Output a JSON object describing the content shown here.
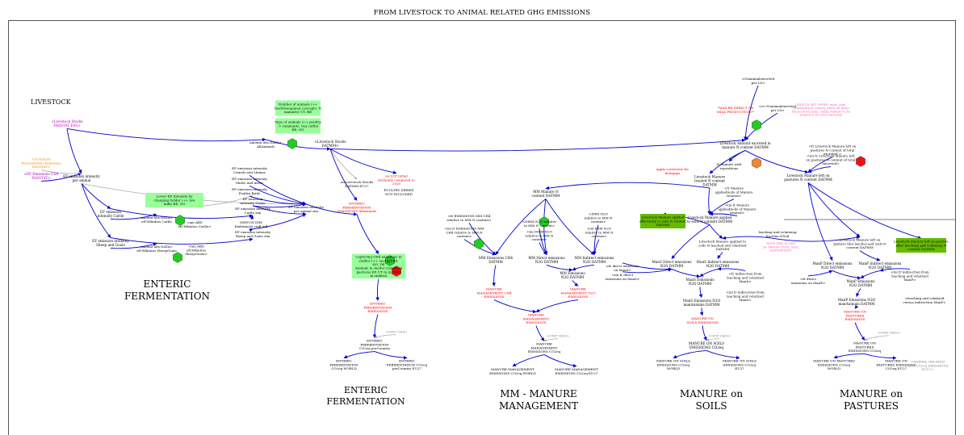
{
  "title": "FROM LIVESTOCK TO ANIMAL RELATED GHG EMISSIONS",
  "colors": {
    "arrow": "#0000cc",
    "grey_arrow": "#999999",
    "green_box": "#99ff99",
    "dark_green_box": "#66bb00",
    "red_text": "#ee0000",
    "pink_text": "#ee66aa",
    "purple_text": "#aa00aa",
    "orange_text": "#ee8800",
    "grey_text": "#888888",
    "hex_green": "#22cc22",
    "hex_red": "#ee1111",
    "hex_orange": "#ee8833"
  },
  "sections": {
    "livestock": "LIVESTOCK",
    "enteric_big": [
      "ENTERIC",
      "FERMENTATION"
    ],
    "enteric_mid": [
      "ENTERIC",
      "FERMENTATION"
    ],
    "mm": [
      "MM - MANURE",
      "MANAGEMENT"
    ],
    "soils": [
      "MANURE on",
      "SOILS"
    ],
    "pastures": [
      "MANURE on",
      "PASTURES"
    ]
  },
  "nodes": [
    {
      "id": "livestock_stocks_faostat",
      "lines": [
        "<Livestock Stocks",
        "FAOSTAT ESS>"
      ],
      "color": "purple",
      "size": 4.2
    },
    {
      "id": "ef_faostat",
      "lines": [
        "<EF Emissions CH4",
        "FAOSTAT>"
      ],
      "color": "purple",
      "size": 4.2
    },
    {
      "id": "ef_guide",
      "lines": [
        "<ch Enteric",
        "Fermentation Emissions",
        "FAOSTAT>"
      ],
      "color": "orange",
      "size": 4
    },
    {
      "id": "ef_intensity_per_animal",
      "lines": [
        "EF emission intensity",
        "per animal"
      ],
      "color": "black",
      "size": 4.2
    },
    {
      "id": "ef_intensity_cattle",
      "lines": [
        "EF emission",
        "intensity Cattle"
      ],
      "color": "black",
      "size": 4.2
    },
    {
      "id": "ef_intensity_sheep",
      "lines": [
        "EF emission intensity",
        "Sheep and Goats"
      ],
      "color": "black",
      "size": 4.2
    },
    {
      "id": "amount_ef_cattle",
      "lines": [
        "amount abs DATA>",
        "efCH4mitos Cattle"
      ],
      "color": "black",
      "size": 4
    },
    {
      "id": "amount_ef_sheep",
      "lines": [
        "amount abs DATA>",
        "efCH4mitos SheepGoats"
      ],
      "color": "black",
      "size": 4
    },
    {
      "id": "am_ams_cattle",
      "lines": [
        "<am ABS",
        "efCH4mitos Cattle>"
      ],
      "color": "black",
      "size": 4
    },
    {
      "id": "am_ams_sheep",
      "lines": [
        "<am ABS",
        "efCH4mitos",
        "SheepGoats>"
      ],
      "color": "black",
      "size": 4
    },
    {
      "id": "lower_ef_box",
      "lines": [
        "Lower EF Intensity by",
        "changing fodder (++ low",
        "milk) BE, GG"
      ],
      "color": "black",
      "size": 4
    },
    {
      "id": "number_animals_box",
      "lines": [
        "Number of animals (++",
        "beef/sheep/goat concepts, N",
        "manures) UT, BE"
      ],
      "color": "black",
      "size": 4
    },
    {
      "id": "type_animals_box",
      "lines": [
        "Type of animals (++ poultry",
        "-> ruminants, veg cattle)",
        "BE, GG"
      ],
      "color": "black",
      "size": 4
    },
    {
      "id": "amount_abs_all",
      "lines": [
        "amount abs DATA>",
        "AllAnimals"
      ],
      "color": "black",
      "size": 4
    },
    {
      "id": "ef_camels",
      "lines": [
        "EF emission intensity",
        "Camels and Llamas"
      ],
      "color": "black",
      "size": 4
    },
    {
      "id": "ef_mules",
      "lines": [
        "EF emission intensity",
        "Mules and Asses"
      ],
      "color": "black",
      "size": 4
    },
    {
      "id": "ef_poultry",
      "lines": [
        "EF emission intensity",
        "Poultry Birds"
      ],
      "color": "black",
      "size": 4
    },
    {
      "id": "ef_swine",
      "lines": [
        "EF emission",
        "intensity Swine"
      ],
      "color": "black",
      "size": 4
    },
    {
      "id": "ef_cattle_sim",
      "lines": [
        "EF emission intensity",
        "Cattle sim"
      ],
      "color": "black",
      "size": 4
    },
    {
      "id": "sector_biomass",
      "lines": [
        "SWITCH DIM",
        "Endemicity cinfl intl"
      ],
      "color": "black",
      "size": 4
    },
    {
      "id": "ef_sheep_sim",
      "lines": [
        "EF emission intensity",
        "Sheep and Goats sim"
      ],
      "color": "black",
      "size": 4
    },
    {
      "id": "ef_per_animal_sim",
      "lines": [
        "EF emission intensity",
        "per animal sim"
      ],
      "color": "black",
      "size": 4
    },
    {
      "id": "livestock_stocks_datmm",
      "lines": [
        "<Livestock Stocks",
        "DATMM>"
      ],
      "color": "black",
      "size": 4.2
    },
    {
      "id": "on_livestock_stocks",
      "lines": [
        "on Livestock Stocks",
        "DATMM EU27"
      ],
      "color": "black",
      "size": 4
    },
    {
      "id": "on_lcp",
      "lines": [
        "on LCP initial",
        "biofamily compared to",
        "2020"
      ],
      "color": "red",
      "size": 4
    },
    {
      "id": "poultry_note",
      "lines": [
        "POULTRY SERIES",
        "NOT INCLUDED"
      ],
      "color": "black",
      "size": 4
    },
    {
      "id": "enteric_ferm_emissions_all",
      "lines": [
        "ENTERIC",
        "FERMENTATION",
        "EMISSIONS AllAnimals"
      ],
      "color": "red",
      "size": 4
    },
    {
      "id": "capturing_box",
      "lines": [
        "Capturing CH4 emissions in",
        "stables (++ energy) BE,",
        "NO, DE"
      ],
      "color": "black",
      "size": 4
    },
    {
      "id": "animals_box",
      "lines": [
        "Animals in shelter instead of",
        "pastures EF, UT (n.m. N2O",
        "in stables)"
      ],
      "color": "black",
      "size": 4
    },
    {
      "id": "enteric_ferm_emissions",
      "lines": [
        "ENTERIC",
        "FERMENTATION",
        "EMISSIONS"
      ],
      "color": "red",
      "size": 4
    },
    {
      "id": "gwp_ch4_1",
      "lines": [
        "<GWP CH4>"
      ],
      "color": "grey",
      "size": 4
    },
    {
      "id": "enteric_co2eq",
      "lines": [
        "ENTERIC",
        "FERMENTATION",
        "CO2eq perCountry"
      ],
      "color": "black",
      "size": 4
    },
    {
      "id": "enteric_world",
      "lines": [
        "ENTERIC",
        "FERMENTATION",
        "CO2eq WORLD"
      ],
      "color": "black",
      "size": 4
    },
    {
      "id": "enteric_eu27",
      "lines": [
        "ENTERIC",
        "FERMENTATION CO2eq",
        "perCountry EU27"
      ],
      "color": "black",
      "size": 4
    },
    {
      "id": "livestock_amount_excreted",
      "lines": [
        "Livestock Amount excreted in",
        "manure N content DATMM"
      ],
      "color": "black",
      "size": 4.2
    },
    {
      "id": "ns_excreted_1",
      "lines": [
        "<Nsanimalexcreted",
        "per LS>"
      ],
      "color": "black",
      "size": 4
    },
    {
      "id": "ns_excreted_2",
      "lines": [
        "<ec Nsanimalexcreted",
        "per LS>"
      ],
      "color": "black",
      "size": 4
    },
    {
      "id": "max_be_impact",
      "lines": [
        "*MAX BE IMPACT ON",
        "MILK PRODUCTION?*"
      ],
      "color": "red",
      "size": 4
    },
    {
      "id": "switch_pink",
      "lines": [
        "SWITCH SET 'WEISS' mani, mini",
        "grassland per country where all goats",
        "livestock K3 (mini, stable Nsfrom) to be",
        "treated in EU level exclusion"
      ],
      "color": "pink",
      "size": 3.6
    },
    {
      "id": "n_manure_volatile",
      "lines": [
        "N Manure with",
        "repositions"
      ],
      "color": "black",
      "size": 4
    },
    {
      "id": "fr_ls_manure_pastures",
      "lines": [
        "<fr Livestock Manure left on",
        "pastures N content of total",
        "excreted >"
      ],
      "color": "black",
      "size": 4
    },
    {
      "id": "ini_fr_ls_manure",
      "lines": [
        "<ini fr Livestock Manure left",
        "on pastures N content of total",
        "excreted>"
      ],
      "color": "black",
      "size": 4
    },
    {
      "id": "livestock_manure_treated",
      "lines": [
        "Livestock Manure",
        "treated N content",
        "DATMM"
      ],
      "color": "black",
      "size": 4.2
    },
    {
      "id": "livestock_manure_left_pastures",
      "lines": [
        "Livestock Manure left on",
        "pastures N content DATMM"
      ],
      "color": "black",
      "size": 4.2
    },
    {
      "id": "apply_correction",
      "lines": [
        "apply correction for",
        "datagaps"
      ],
      "color": "red",
      "size": 4
    },
    {
      "id": "mm_manure_n",
      "lines": [
        "MM Manure N",
        "content DATMM"
      ],
      "color": "black",
      "size": 4.2
    },
    {
      "id": "fr_manure_applied",
      "lines": [
        "<fr Manure",
        "appliedSoils of Manure",
        "treated>"
      ],
      "color": "black",
      "size": 4
    },
    {
      "id": "ini_fr_manure_applied",
      "lines": [
        "<ini fr Manure",
        "appliedSoils of Manure",
        "treated>"
      ],
      "color": "black",
      "size": 4
    },
    {
      "id": "soils_box_left",
      "lines": [
        "Livestock Manure applied",
        "effectively to soils N content",
        "DATMM"
      ],
      "color": "black",
      "size": 4
    },
    {
      "id": "livestock_manure_applied",
      "lines": [
        "Livestock Manure applied",
        "to soils N content DATMM"
      ],
      "color": "black",
      "size": 4.2
    },
    {
      "id": "leaching",
      "lines": [
        "leaching and volatizing",
        "fraction NSoil"
      ],
      "color": "black",
      "size": 4
    },
    {
      "id": "note_pink2",
      "lines": [
        "NOTE THIS IS NOT",
        "IN ORIGIN UNTIL SOIL",
        "ASSUMPTION"
      ],
      "color": "pink",
      "size": 3.6
    },
    {
      "id": "livestock_manure_applied_leached",
      "lines": [
        "Livestock Manure applied to",
        "soils N leached and volatized",
        "DATMM"
      ],
      "color": "black",
      "size": 4
    },
    {
      "id": "livestock_manure_left_leached",
      "lines": [
        "Livestock Manure left on",
        "pasture that leaches and soils N",
        "content DATMM"
      ],
      "color": "black",
      "size": 4
    },
    {
      "id": "pastures_box_right",
      "lines": [
        "Livestock Manure left on pasture",
        "after leaching and volatizing N",
        "content DATMM"
      ],
      "color": "black",
      "size": 4
    },
    {
      "id": "ef_mm_ch4_a",
      "lines": [
        "<fr EMISSIONS MM CH4",
        "relative to MM N content>"
      ],
      "color": "black",
      "size": 4
    },
    {
      "id": "ef_mm_ch4_b",
      "lines": [
        "<ini fr EMISSIONS MM",
        "CH4 relative to MM N",
        "content>"
      ],
      "color": "black",
      "size": 4
    },
    {
      "id": "direct_n2o_a",
      "lines": [
        "<DMM N2O relative",
        "to MM N content>"
      ],
      "color": "black",
      "size": 4
    },
    {
      "id": "direct_n2o_b",
      "lines": [
        "<ini DMM N2O",
        "relative to MM N",
        "content>"
      ],
      "color": "black",
      "size": 4
    },
    {
      "id": "indirect_n2o_a",
      "lines": [
        "<IMM N2O",
        "relative to MM N",
        "content>"
      ],
      "color": "black",
      "size": 4
    },
    {
      "id": "indirect_n2o_b",
      "lines": [
        "<ini IMM N2O",
        "relative to MM N",
        "content>"
      ],
      "color": "black",
      "size": 4
    },
    {
      "id": "mm_emissions_ch4",
      "lines": [
        "MM Emissions CH4",
        "DATMM"
      ],
      "color": "black",
      "size": 4.2
    },
    {
      "id": "mm_direct_n2o",
      "lines": [
        "MM Direct emissions",
        "N2O DATMM"
      ],
      "color": "black",
      "size": 4.2
    },
    {
      "id": "mm_indirect_n2o",
      "lines": [
        "MM Indirect emissions",
        "N2O DATMM"
      ],
      "color": "black",
      "size": 4.2
    },
    {
      "id": "mm_emissions_n2o",
      "lines": [
        "MM Emissions",
        "N2O DATMM"
      ],
      "color": "black",
      "size": 4.2
    },
    {
      "id": "manure_mgmt_ch4",
      "lines": [
        "MANURE",
        "MANAGEMENT CH4",
        "EMISSIONS"
      ],
      "color": "red",
      "size": 4
    },
    {
      "id": "manure_mgmt_n2o",
      "lines": [
        "MANURE",
        "MANAGEMENT N2O",
        "EMISSIONS"
      ],
      "color": "red",
      "size": 4
    },
    {
      "id": "manure_mgmt_emissions",
      "lines": [
        "MANURE",
        "MANAGEMENT",
        "EMISSIONS"
      ],
      "color": "red",
      "size": 4
    },
    {
      "id": "gwp_ghg_1",
      "lines": [
        "<GWP GHG>"
      ],
      "color": "grey",
      "size": 4
    },
    {
      "id": "manure_mgmt_co2eq",
      "lines": [
        "MANURE",
        "MANAGEMENT",
        "EMISSIONS CO2eq"
      ],
      "color": "black",
      "size": 4
    },
    {
      "id": "manure_mgmt_world",
      "lines": [
        "MANURE MANAGEMENT",
        "EMISSIONS CO2eq WORLD"
      ],
      "color": "black",
      "size": 4
    },
    {
      "id": "manure_mgmt_eu27",
      "lines": [
        "MANURE MANAGEMENT",
        "EMISSIONS CO2eq EU27"
      ],
      "color": "black",
      "size": 4
    },
    {
      "id": "fr_direct_mans",
      "lines": [
        "<fr direct emissions",
        "on ManS>"
      ],
      "color": "black",
      "size": 4
    },
    {
      "id": "ini_fr_direct_mans",
      "lines": [
        "<ini fr direct",
        "emissions on ManS>"
      ],
      "color": "black",
      "size": 4
    },
    {
      "id": "mans_direct_n2o",
      "lines": [
        "ManS Direct emissions",
        "N2O DATMM"
      ],
      "color": "black",
      "size": 4.2
    },
    {
      "id": "mans_indirect_n2o",
      "lines": [
        "ManS Indirect emissions",
        "N2O DATMM"
      ],
      "color": "black",
      "size": 4.2
    },
    {
      "id": "fr_indirect_mans",
      "lines": [
        "<fr indirection from",
        "leaching and volatized",
        "ManS>"
      ],
      "color": "black",
      "size": 4
    },
    {
      "id": "ini_fr_indirect_mans",
      "lines": [
        "<ini fr indirection from",
        "leaching and volatized",
        "ManS>"
      ],
      "color": "black",
      "size": 4
    },
    {
      "id": "mans_emissions_n2o",
      "lines": [
        "ManS Emissions",
        "N2O DATMM"
      ],
      "color": "black",
      "size": 4.2
    },
    {
      "id": "mans_n2o_manure",
      "lines": [
        "ManS Emissions N2O",
        "manAnimals DATMM"
      ],
      "color": "black",
      "size": 4.2
    },
    {
      "id": "manure_soils_emissions",
      "lines": [
        "MANURE ON",
        "SOILS EMISSIONS"
      ],
      "color": "red",
      "size": 4
    },
    {
      "id": "gwp_ghg_2",
      "lines": [
        "<GWP GHG>"
      ],
      "color": "grey",
      "size": 4
    },
    {
      "id": "manure_soils_co2eq",
      "lines": [
        "MANURE ON SOILS",
        "EMISSIONS CO2eq"
      ],
      "color": "black",
      "size": 4.2
    },
    {
      "id": "manure_soils_world",
      "lines": [
        "MANURE ON SOILS",
        "EMISSIONS CO2eq",
        "WORLD"
      ],
      "color": "black",
      "size": 4
    },
    {
      "id": "manure_soils_eu27",
      "lines": [
        "MANURE ON SOILS",
        "EMISSIONS CO2eq",
        "EU27"
      ],
      "color": "black",
      "size": 4
    },
    {
      "id": "fr_direct_manp",
      "lines": [
        "<fr direct",
        "emissions on ManP>"
      ],
      "color": "black",
      "size": 4
    },
    {
      "id": "manp_direct_n2o",
      "lines": [
        "ManP Direct emissions",
        "N2O DATMM"
      ],
      "color": "black",
      "size": 4.2
    },
    {
      "id": "manp_indirect_n2o",
      "lines": [
        "ManP Indirect emissions",
        "N2O DATMM"
      ],
      "color": "black",
      "size": 4.2
    },
    {
      "id": "fr_indirect_manp",
      "lines": [
        "<ini fr indirection from",
        "leaching and volatized",
        "ManP>"
      ],
      "color": "black",
      "size": 4
    },
    {
      "id": "fr_indirect_manp2",
      "lines": [
        "<leaching and volatized",
        "versus indirection ManP>"
      ],
      "color": "black",
      "size": 4
    },
    {
      "id": "manp_emissions_n2o",
      "lines": [
        "ManP Emissions",
        "N2O DATMM"
      ],
      "color": "black",
      "size": 4.2
    },
    {
      "id": "manp_n2o_manure",
      "lines": [
        "ManP Emissions N2O",
        "manAnimals DATMM"
      ],
      "color": "black",
      "size": 4.2
    },
    {
      "id": "manure_pastures_emissions",
      "lines": [
        "MANURE ON",
        "PASTURES",
        "EMISSIONS"
      ],
      "color": "red",
      "size": 4
    },
    {
      "id": "gwp_ghg_3",
      "lines": [
        "<GWP GHG>"
      ],
      "color": "grey",
      "size": 4
    },
    {
      "id": "manure_pastures_co2eq",
      "lines": [
        "MANURE ON",
        "PASTURES",
        "EMISSIONS CO2eq"
      ],
      "color": "black",
      "size": 4
    },
    {
      "id": "manure_pastures_world",
      "lines": [
        "MANURE ON PASTURES",
        "EMISSIONS CO2eq",
        "WORLD"
      ],
      "color": "black",
      "size": 4
    },
    {
      "id": "manure_pastures_eu27",
      "lines": [
        "MANURE ON",
        "PASTURES EMISSIONS",
        "CO2eq EU27"
      ],
      "color": "black",
      "size": 4
    },
    {
      "id": "animal_related_ghg",
      "lines": [
        "<ANIMAL RELATED",
        "GHG CO2eq EMISSIONS",
        "EU27>"
      ],
      "color": "grey",
      "size": 4
    }
  ]
}
